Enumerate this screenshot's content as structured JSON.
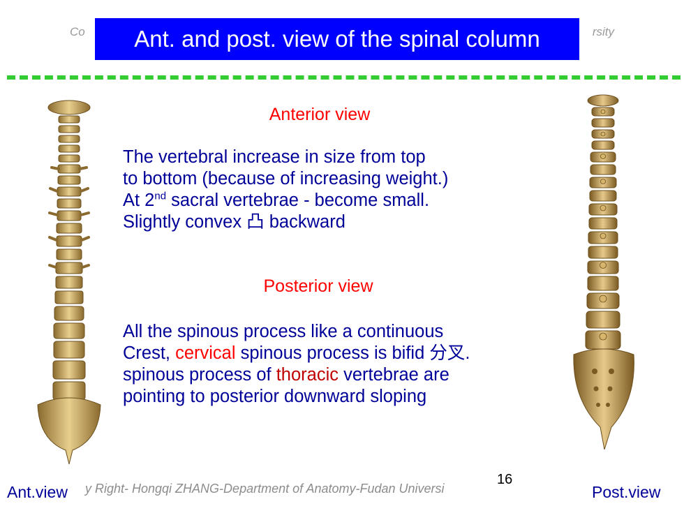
{
  "slide": {
    "copyright_top_left": "Co",
    "copyright_top_right": "rsity",
    "title": "Ant. and post. view of the spinal column",
    "anterior_heading": "Anterior view",
    "anterior_lines": [
      "The vertebral increase in size from top",
      "to bottom (because of increasing weight.)",
      "At 2",
      "nd",
      " sacral vertebrae - become small.",
      "Slightly convex 凸 backward"
    ],
    "posterior_heading": "Posterior view",
    "posterior_lines": {
      "l1": "All the spinous process like a continuous",
      "l2a": "Crest, ",
      "l2b": "cervical",
      "l2c": " spinous process is bifid 分叉.",
      "l3a": "spinous process of ",
      "l3b": "thoracic",
      "l3c": " vertebrae are",
      "l4": "pointing to posterior downward sloping"
    },
    "footer_text": "y Right- Hongqi ZHANG-Department of Anatomy-Fudan Universi",
    "page_number": "16",
    "ant_label": "Ant.view",
    "post_label": "Post.view"
  },
  "colors": {
    "title_bg": "#0000ff",
    "heading": "#ff0000",
    "body_text": "#000099",
    "divider": "#33cc33",
    "highlight_dark_red": "#c00000"
  }
}
